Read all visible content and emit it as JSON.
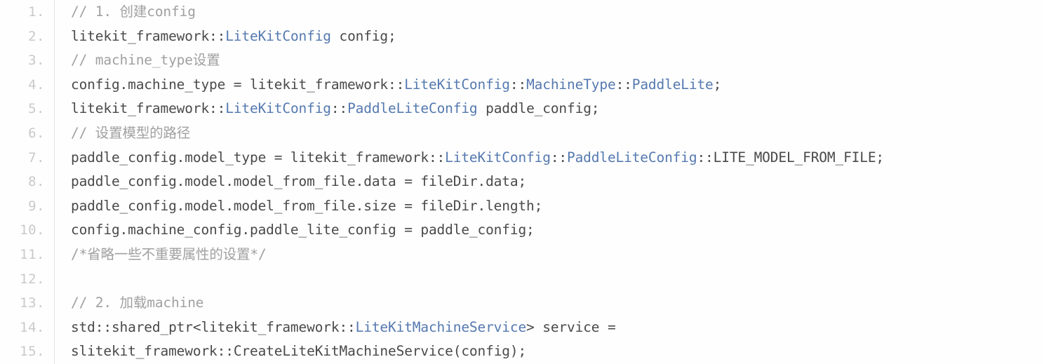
{
  "editor": {
    "name": "code-snippet-viewer",
    "language": "C++",
    "background_color": "#fefefe",
    "gutter_divider_color": "#e3e3e3",
    "line_number_color": "#c9c9c9",
    "colors": {
      "plain": "#4a4a4a",
      "type": "#5579b0",
      "comment": "#a0a0a0",
      "function": "#4c7fc4"
    },
    "total_lines": 15
  },
  "gutter": {
    "line_numbers": [
      "1.",
      "2.",
      "3.",
      "4.",
      "5.",
      "6.",
      "7.",
      "8.",
      "9.",
      "10.",
      "11.",
      "12.",
      "13.",
      "14.",
      "15."
    ]
  },
  "code": {
    "lines": [
      {
        "number": "1.",
        "text": "// 1. 创建config",
        "tokens": [
          {
            "t": "// 1. 创建config",
            "c": "comment"
          }
        ]
      },
      {
        "number": "2.",
        "text": "litekit_framework::LiteKitConfig config;",
        "tokens": [
          {
            "t": "litekit_framework::",
            "c": "plain"
          },
          {
            "t": "LiteKitConfig",
            "c": "type"
          },
          {
            "t": " config;",
            "c": "plain"
          }
        ]
      },
      {
        "number": "3.",
        "text": "// machine_type设置",
        "tokens": [
          {
            "t": "// machine_type设置",
            "c": "comment"
          }
        ]
      },
      {
        "number": "4.",
        "text": "config.machine_type = litekit_framework::LiteKitConfig::MachineType::PaddleLite;",
        "tokens": [
          {
            "t": "config.machine_type = litekit_framework::",
            "c": "plain"
          },
          {
            "t": "LiteKitConfig",
            "c": "type"
          },
          {
            "t": "::",
            "c": "plain"
          },
          {
            "t": "MachineType",
            "c": "type"
          },
          {
            "t": "::",
            "c": "plain"
          },
          {
            "t": "PaddleLite",
            "c": "type"
          },
          {
            "t": ";",
            "c": "plain"
          }
        ]
      },
      {
        "number": "5.",
        "text": "litekit_framework::LiteKitConfig::PaddleLiteConfig paddle_config;",
        "tokens": [
          {
            "t": "litekit_framework::",
            "c": "plain"
          },
          {
            "t": "LiteKitConfig",
            "c": "type"
          },
          {
            "t": "::",
            "c": "plain"
          },
          {
            "t": "PaddleLiteConfig",
            "c": "type"
          },
          {
            "t": " paddle_config;",
            "c": "plain"
          }
        ]
      },
      {
        "number": "6.",
        "text": "// 设置模型的路径",
        "tokens": [
          {
            "t": "// 设置模型的路径",
            "c": "comment"
          }
        ]
      },
      {
        "number": "7.",
        "text": "paddle_config.model_type = litekit_framework::LiteKitConfig::PaddleLiteConfig::LITE_MODEL_FROM_FILE;",
        "tokens": [
          {
            "t": "paddle_config.model_type = litekit_framework::",
            "c": "plain"
          },
          {
            "t": "LiteKitConfig",
            "c": "type"
          },
          {
            "t": "::",
            "c": "plain"
          },
          {
            "t": "PaddleLiteConfig",
            "c": "type"
          },
          {
            "t": "::LITE_MODEL_FROM_FILE;",
            "c": "plain"
          }
        ]
      },
      {
        "number": "8.",
        "text": "paddle_config.model.model_from_file.data = fileDir.data;",
        "tokens": [
          {
            "t": "paddle_config.model.model_from_file.data = fileDir.data;",
            "c": "plain"
          }
        ]
      },
      {
        "number": "9.",
        "text": "paddle_config.model.model_from_file.size = fileDir.length;",
        "tokens": [
          {
            "t": "paddle_config.model.model_from_file.size = fileDir.length;",
            "c": "plain"
          }
        ]
      },
      {
        "number": "10.",
        "text": "config.machine_config.paddle_lite_config = paddle_config;",
        "tokens": [
          {
            "t": "config.machine_config.paddle_lite_config = paddle_config;",
            "c": "plain"
          }
        ]
      },
      {
        "number": "11.",
        "text": "/*省略一些不重要属性的设置*/",
        "tokens": [
          {
            "t": "/*省略一些不重要属性的设置*/",
            "c": "comment"
          }
        ]
      },
      {
        "number": "12.",
        "text": "",
        "tokens": []
      },
      {
        "number": "13.",
        "text": "// 2. 加载machine",
        "tokens": [
          {
            "t": "// 2. 加载machine",
            "c": "comment"
          }
        ]
      },
      {
        "number": "14.",
        "text": "std::shared_ptr<litekit_framework::LiteKitMachineService> service =",
        "tokens": [
          {
            "t": "std::shared_ptr<litekit_framework::",
            "c": "plain"
          },
          {
            "t": "LiteKitMachineService",
            "c": "type"
          },
          {
            "t": "> service =",
            "c": "plain"
          }
        ]
      },
      {
        "number": "15.",
        "text": "slitekit_framework::CreateLiteKitMachineService(config);",
        "tokens": [
          {
            "t": "slitekit_framework::",
            "c": "plain"
          },
          {
            "t": "CreateLiteKitMachineService",
            "c": "function"
          },
          {
            "t": "(config);",
            "c": "plain"
          }
        ]
      }
    ]
  }
}
